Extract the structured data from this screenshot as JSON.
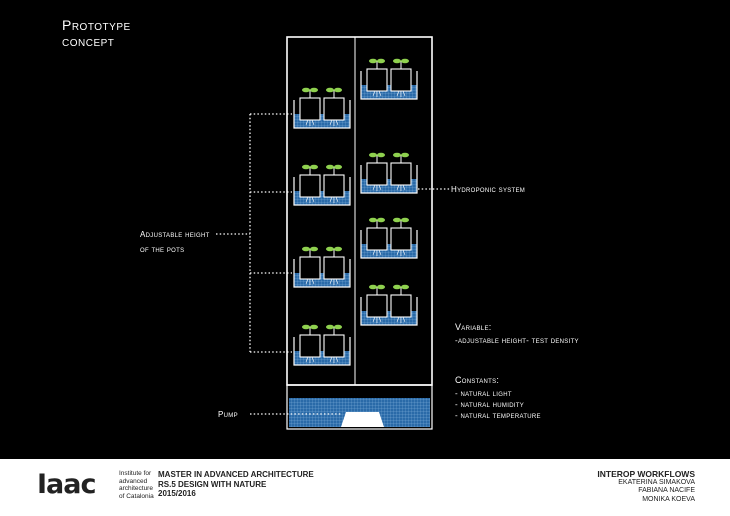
{
  "title": {
    "line1": "Prototype",
    "line2": "concept"
  },
  "labels": {
    "adjustable_line1": "Adjustable height",
    "adjustable_line2": "of the pots",
    "hydroponic": "Hydroponic system",
    "pump": "Pump",
    "variable_head": "Variable:",
    "variable_item": "-adjustable height- test density",
    "constants_head": "Constants:",
    "constants": [
      "- natural light",
      "- natural humidity",
      "- natural temperature"
    ]
  },
  "footer": {
    "logo": "Iaac",
    "institute": [
      "Institute for",
      "advanced",
      "architecture",
      "of Catalonia"
    ],
    "program": [
      "MASTER IN ADVANCED ARCHITECTURE",
      "RS.5 DESIGN WITH NATURE",
      "2015/2016"
    ],
    "team_head": "INTEROP WORKFLOWS",
    "team": [
      "EKATERINA SIMAKOVA",
      "FABIANA NACIFE",
      "MONIKA KOEVA"
    ]
  },
  "colors": {
    "background": "#000000",
    "water": "#2a6aa8",
    "stroke": "#ffffff",
    "footer": "#ffffff"
  }
}
